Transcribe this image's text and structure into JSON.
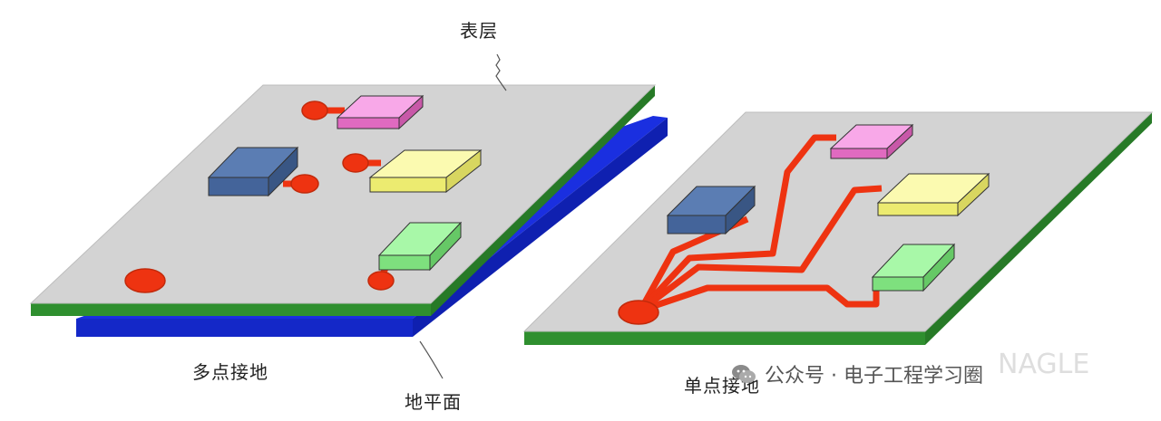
{
  "labels": {
    "surface_layer": "表层",
    "ground_plane": "地平面",
    "multi_point": "多点接地",
    "single_point": "单点接地"
  },
  "watermark": {
    "text": "公众号 · 电子工程学习圈",
    "icon": "wechat-icon",
    "ghost_text": "NAGLE"
  },
  "colors": {
    "board_top": "#d3d3d3",
    "board_side": "#f0f0f0",
    "ground_plane": "#1a2fe0",
    "green_layer": "#2f8f2f",
    "trace": "#ee3311",
    "chip_pink": "#f07ad0",
    "chip_yellow": "#f8f68a",
    "chip_green": "#88ee88",
    "chip_blue": "#4a6a9e"
  }
}
